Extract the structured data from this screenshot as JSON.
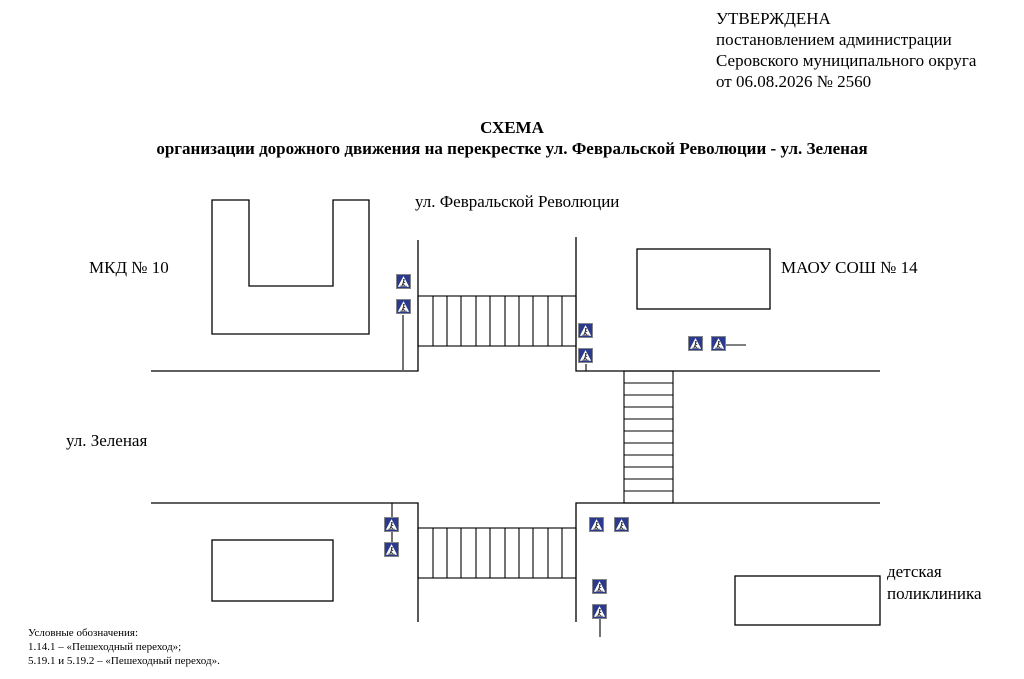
{
  "approval": {
    "line1": "УТВЕРЖДЕНА",
    "line2": "постановлением администрации",
    "line3": "Серовского муниципального округа",
    "line4": "от 06.08.2026  № 2560"
  },
  "title": {
    "line1": "СХЕМА",
    "line2": "организации дорожного движения на перекрестке ул. Февральской Революции - ул. Зеленая"
  },
  "labels": {
    "street_vertical": "ул. Февральской Революции",
    "street_horizontal": "ул. Зеленая",
    "building_mkd": "МКД № 10",
    "building_school": "МАОУ СОШ № 14",
    "building_clinic_line1": "детская",
    "building_clinic_line2": "поликлиника"
  },
  "legend": {
    "heading": "Условные обозначения:",
    "item1": "1.14.1 – «Пешеходный переход»;",
    "item2": "5.19.1 и 5.19.2 – «Пешеходный переход»."
  },
  "colors": {
    "sign_fill": "#2b3a8c",
    "sign_border": "#ffffff",
    "line": "#000000"
  },
  "icons": {
    "pedestrian_crossing_sign": "pedestrian-crossing-sign-icon"
  }
}
